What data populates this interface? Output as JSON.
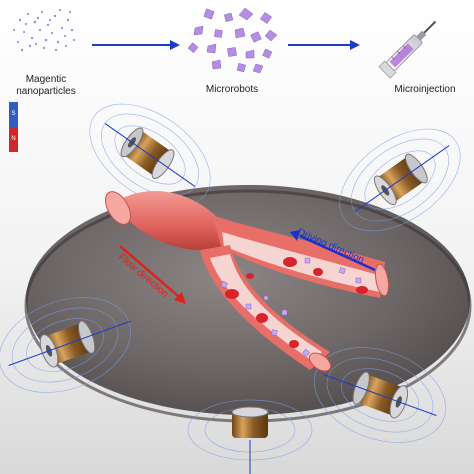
{
  "steps": [
    {
      "label_line1": "Magentic",
      "label_line2": "nanoparticles"
    },
    {
      "label": "Microrobots"
    },
    {
      "label": "Microinjection"
    }
  ],
  "magnet": {
    "south": "S",
    "north": "N",
    "south_color": "#2f5fc0",
    "north_color": "#cc2a2a"
  },
  "vessel": {
    "driving_label": "Driving direction",
    "flow_label": "Flow direction",
    "driving_color": "#1c2fd0",
    "flow_color": "#e0201a"
  },
  "colors": {
    "arrow": "#1c3cc8",
    "particles": "#a98ad8",
    "vessel": "#e8706c",
    "coil": "#b07a3a"
  }
}
